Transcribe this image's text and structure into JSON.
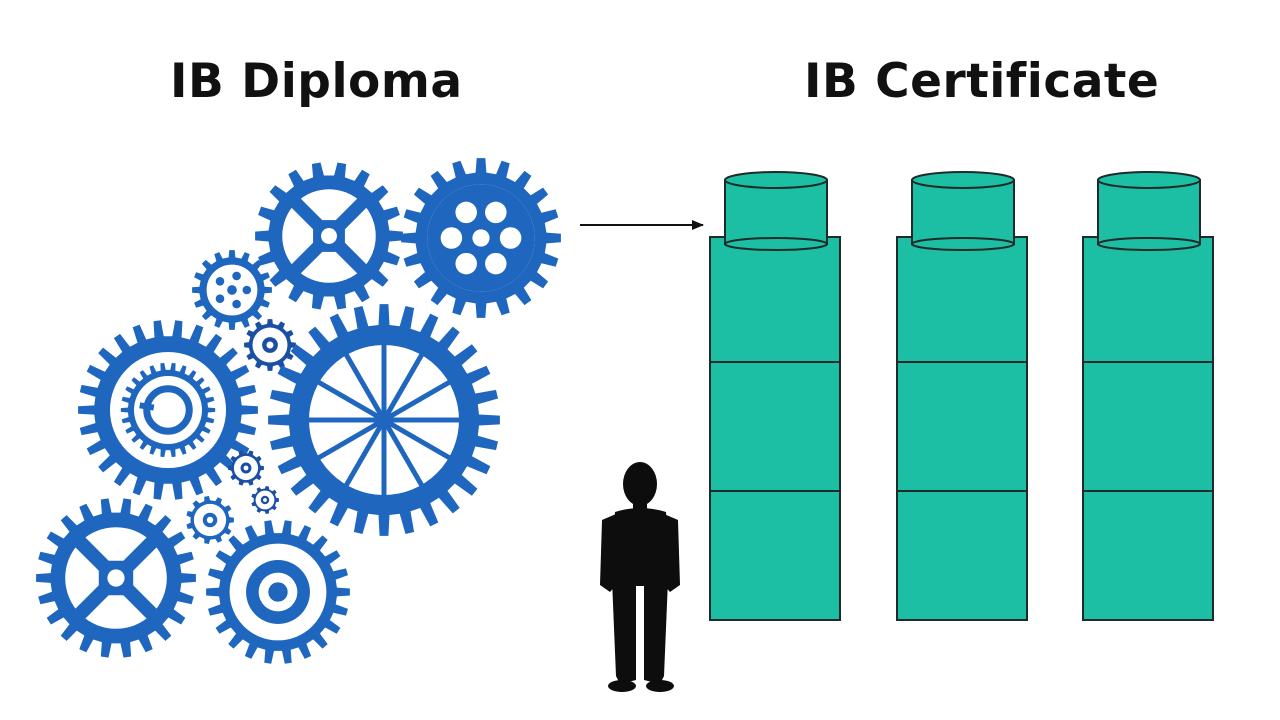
{
  "headings": {
    "left": "IB Diploma",
    "right": "IB Certificate"
  },
  "colors": {
    "gear_blue": "#1f66bf",
    "gear_dark": "#1a4fa3",
    "column_fill": "#1cbfa3",
    "column_stroke": "#1f2a2a",
    "silhouette": "#0d0d0d",
    "arrow": "#111111"
  },
  "icons": {
    "gears": "gear-cluster-icon",
    "person": "person-silhouette-icon",
    "arrow": "right-arrow-icon",
    "columns": "stacked-cylinder-column-icon"
  },
  "columns": {
    "count": 3,
    "blocks_per_column": 3
  }
}
